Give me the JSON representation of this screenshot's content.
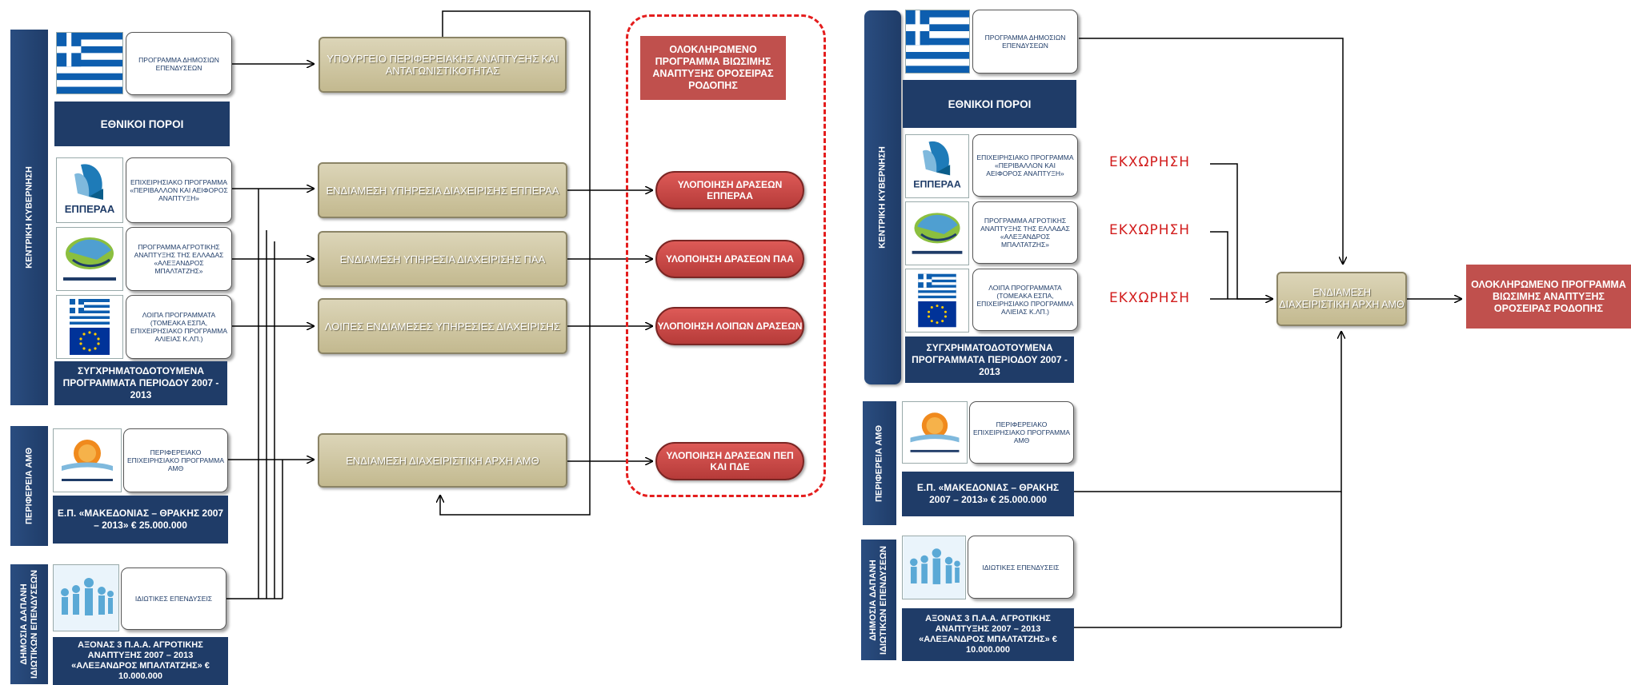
{
  "left": {
    "central_gov_label": "ΚΕΝΤΡΙΚΗ ΚΥΒΕΡΝΗΣΗ",
    "region_label": "ΠΕΡΙΦΕΡΕΙΑ ΑΜΘ",
    "public_private_label": "ΔΗΜΟΣΙΑ ΔΑΠΑΝΗ ΙΔΙΩΤΙΚΩΝ ΕΠΕΝΔΥΣΕΩΝ",
    "pde": "ΠΡΟΓΡΑΜΜΑ ΔΗΜΟΣΙΩΝ ΕΠΕΝΔΥΣΕΩΝ",
    "national_resources": "ΕΘΝΙΚΟΙ ΠΟΡΟΙ",
    "epperaa": "ΕΠΙΧΕΙΡΗΣΙΑΚΟ ΠΡΟΓΡΑΜΜΑ «ΠΕΡΙΒΑΛΛΟΝ ΚΑΙ ΑΕΙΦΟΡΟΣ ΑΝΑΠΤΥΞΗ»",
    "paa": "ΠΡΟΓΡΑΜΜΑ ΑΓΡΟΤΙΚΗΣ ΑΝΑΠΤΥΞΗΣ ΤΗΣ ΕΛΛΑΔΑΣ «ΑΛΕΞΑΝΔΡΟΣ ΜΠΑΛΤΑΤΖΗΣ»",
    "other_programs": "ΛΟΙΠΑ ΠΡΟΓΡΑΜΜΑΤΑ (ΤΟΜΕΑΚΑ ΕΣΠΑ, ΕΠΙΧΕΙΡΗΣΙΑΚΟ ΠΡΟΓΡΑΜΜΑ ΑΛΙΕΙΑΣ Κ.ΛΠ.)",
    "cofinanced": "ΣΥΓΧΡΗΜΑΤΟΔΟΤΟΥΜΕΝΑ ΠΡΟΓΡΑΜΜΑΤΑ ΠΕΡΙΟΔΟΥ 2007 - 2013",
    "regional_op": "ΠΕΡΙΦΕΡΕΙΑΚΟ ΕΠΙΧΕΙΡΗΣΙΑΚΟ ΠΡΟΓΡΑΜΜΑ ΑΜΘ",
    "ep_macedonia": "Ε.Π. «ΜΑΚΕΔΟΝΙΑΣ – ΘΡΑΚΗΣ 2007 – 2013» € 25.000.000",
    "private_invest": "ΙΔΙΩΤΙΚΕΣ ΕΠΕΝΔΥΣΕΙΣ",
    "axis3": "ΑΞΟΝΑΣ 3 Π.Α.Α. ΑΓΡΟΤΙΚΗΣ ΑΝΑΠΤΥΞΗΣ 2007 – 2013 «ΑΛΕΞΑΝΔΡΟΣ ΜΠΑΛΤΑΤΖΗΣ» € 10.000.000",
    "ministry": "ΥΠΟΥΡΓΕΙΟ ΠΕΡΙΦΕΡΕΙΑΚΗΣ ΑΝΑΠΤΥΞΗΣ ΚΑΙ ΑΝΤΑΓΩΝΙΣΤΙΚΟΤΗΤΑΣ",
    "ms_epperaa": "ΕΝΔΙΑΜΕΣΗ ΥΠΗΡΕΣΙΑ ΔΙΑΧΕΙΡΙΣΗΣ ΕΠΠΕΡΑΑ",
    "ms_paa": "ΕΝΔΙΑΜΕΣΗ ΥΠΗΡΕΣΙΑ ΔΙΑΧΕΙΡΙΣΗΣ ΠΑΑ",
    "ms_other": "ΛΟΙΠΕΣ ΕΝΔΙΑΜΕΣΕΣ ΥΠΗΡΕΣΙΕΣ ΔΙΑΧΕΙΡΙΣΗΣ",
    "ms_amth": "ΕΝΔΙΑΜΕΣΗ ΔΙΑΧΕΙΡΙΣΤΙΚΗ ΑΡΧΗ ΑΜΘ",
    "integrated": "ΟΛΟΚΛΗΡΩΜΕΝΟ ΠΡΟΓΡΑΜΜΑ ΒΙΩΣΙΜΗΣ ΑΝΑΠΤΥΞΗΣ ΟΡΟΣΕΙΡΑΣ ΡΟΔΟΠΗΣ",
    "impl_epperaa": "ΥΛΟΠΟΙΗΣΗ ΔΡΑΣΕΩΝ ΕΠΠΕΡΑΑ",
    "impl_paa": "ΥΛΟΠΟΙΗΣΗ ΔΡΑΣΕΩΝ ΠΑΑ",
    "impl_other": "ΥΛΟΠΟΙΗΣΗ ΛΟΙΠΩΝ ΔΡΑΣΕΩΝ",
    "impl_pep": "ΥΛΟΠΟΙΗΣΗ ΔΡΑΣΕΩΝ ΠΕΠ ΚΑΙ ΠΔΕ"
  },
  "right": {
    "central_gov_label": "ΚΕΝΤΡΙΚΗ ΚΥΒΕΡΝΗΣΗ",
    "region_label": "ΠΕΡΙΦΕΡΕΙΑ ΑΜΘ",
    "public_private_label": "ΔΗΜΟΣΙΑ ΔΑΠΑΝΗ ΙΔΙΩΤΙΚΩΝ ΕΠΕΝΔΥΣΕΩΝ",
    "pde": "ΠΡΟΓΡΑΜΜΑ ΔΗΜΟΣΙΩΝ ΕΠΕΝΔΥΣΕΩΝ",
    "national_resources": "ΕΘΝΙΚΟΙ ΠΟΡΟΙ",
    "epperaa": "ΕΠΙΧΕΙΡΗΣΙΑΚΟ ΠΡΟΓΡΑΜΜΑ «ΠΕΡΙΒΑΛΛΟΝ ΚΑΙ ΑΕΙΦΟΡΟΣ ΑΝΑΠΤΥΞΗ»",
    "paa": "ΠΡΟΓΡΑΜΜΑ ΑΓΡΟΤΙΚΗΣ ΑΝΑΠΤΥΞΗΣ ΤΗΣ ΕΛΛΑΔΑΣ «ΑΛΕΞΑΝΔΡΟΣ ΜΠΑΛΤΑΤΖΗΣ»",
    "other_programs": "ΛΟΙΠΑ ΠΡΟΓΡΑΜΜΑΤΑ (ΤΟΜΕΑΚΑ ΕΣΠΑ, ΕΠΙΧΕΙΡΗΣΙΑΚΟ ΠΡΟΓΡΑΜΜΑ ΑΛΙΕΙΑΣ Κ.ΛΠ.)",
    "cofinanced": "ΣΥΓΧΡΗΜΑΤΟΔΟΤΟΥΜΕΝΑ ΠΡΟΓΡΑΜΜΑΤΑ ΠΕΡΙΟΔΟΥ 2007 - 2013",
    "regional_op": "ΠΕΡΙΦΕΡΕΙΑΚΟ ΕΠΙΧΕΙΡΗΣΙΑΚΟ ΠΡΟΓΡΑΜΜΑ ΑΜΘ",
    "ep_macedonia": "Ε.Π. «ΜΑΚΕΔΟΝΙΑΣ – ΘΡΑΚΗΣ 2007 – 2013» € 25.000.000",
    "private_invest": "ΙΔΙΩΤΙΚΕΣ ΕΠΕΝΔΥΣΕΙΣ",
    "axis3": "ΑΞΟΝΑΣ 3 Π.Α.Α. ΑΓΡΟΤΙΚΗΣ ΑΝΑΠΤΥΞΗΣ 2007 – 2013 «ΑΛΕΞΑΝΔΡΟΣ ΜΠΑΛΤΑΤΖΗΣ» € 10.000.000",
    "assignment": "ΕΚΧΩΡΗΣΗ",
    "amth": "ΕΝΔΙΑΜΕΣΗ ΔΙΑΧΕΙΡΙΣΤΙΚΗ ΑΡΧΗ ΑΜΘ",
    "integrated": "ΟΛΟΚΛΗΡΩΜΕΝΟ ΠΡΟΓΡΑΜΜΑ ΒΙΩΣΙΜΗΣ ΑΝΑΠΤΥΞΗΣ ΟΡΟΣΕΙΡΑΣ ΡΟΔΟΠΗΣ"
  },
  "logos": {
    "greek_flag": "greek-flag-icon",
    "eu_flag": "eu-flag-icon",
    "epperaa_logo_text": "ΕΠΠΕΡΑΑ",
    "paa_logo": "paa-map-logo-icon",
    "region_logo": "region-sun-logo-icon",
    "people_logo": "people-silhouettes-icon"
  },
  "colors": {
    "navy": "#1f3c68",
    "tan": "#c9bf97",
    "red": "#c0504d",
    "dashed": "#e41d1d",
    "assignment_text": "#d21d1d"
  }
}
